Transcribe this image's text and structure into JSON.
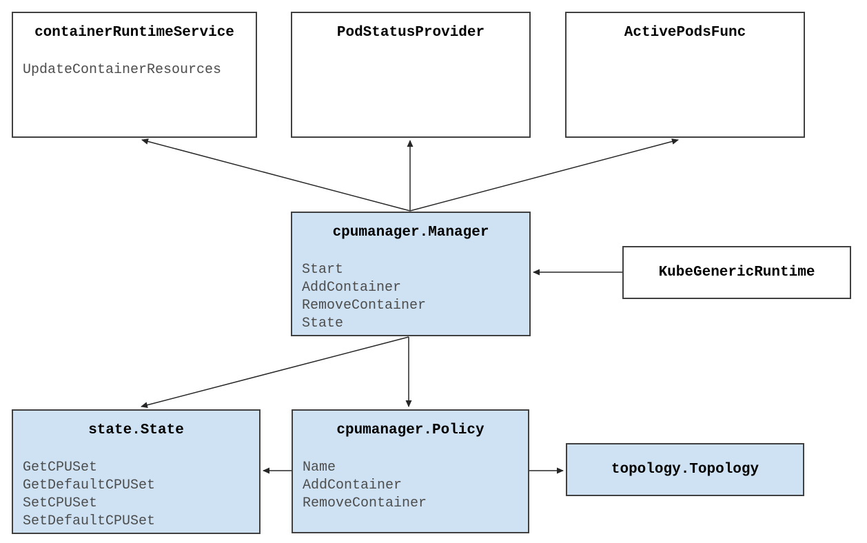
{
  "diagram": {
    "boxes": {
      "container_runtime_service": {
        "title": "containerRuntimeService",
        "methods": [
          "UpdateContainerResources"
        ]
      },
      "pod_status_provider": {
        "title": "PodStatusProvider",
        "methods": []
      },
      "active_pods_func": {
        "title": "ActivePodsFunc",
        "methods": []
      },
      "manager": {
        "title": "cpumanager.Manager",
        "methods": [
          "Start",
          "AddContainer",
          "RemoveContainer",
          "State"
        ]
      },
      "kube_generic_runtime": {
        "title": "KubeGenericRuntime",
        "methods": []
      },
      "state": {
        "title": "state.State",
        "methods": [
          "GetCPUSet",
          "GetDefaultCPUSet",
          "SetCPUSet",
          "SetDefaultCPUSet"
        ]
      },
      "policy": {
        "title": "cpumanager.Policy",
        "methods": [
          "Name",
          "AddContainer",
          "RemoveContainer"
        ]
      },
      "topology": {
        "title": "topology.Topology",
        "methods": []
      }
    },
    "edges": [
      {
        "from": "cpumanager.Manager",
        "to": "containerRuntimeService"
      },
      {
        "from": "cpumanager.Manager",
        "to": "PodStatusProvider"
      },
      {
        "from": "cpumanager.Manager",
        "to": "ActivePodsFunc"
      },
      {
        "from": "KubeGenericRuntime",
        "to": "cpumanager.Manager"
      },
      {
        "from": "cpumanager.Manager",
        "to": "state.State"
      },
      {
        "from": "cpumanager.Manager",
        "to": "cpumanager.Policy"
      },
      {
        "from": "cpumanager.Policy",
        "to": "state.State"
      },
      {
        "from": "cpumanager.Policy",
        "to": "topology.Topology"
      }
    ],
    "colors": {
      "highlight_fill": "#cfe2f3",
      "plain_fill": "#ffffff",
      "border": "#404040",
      "title_text": "#000000",
      "method_text": "#4d4d4d",
      "arrow": "#262626"
    }
  }
}
